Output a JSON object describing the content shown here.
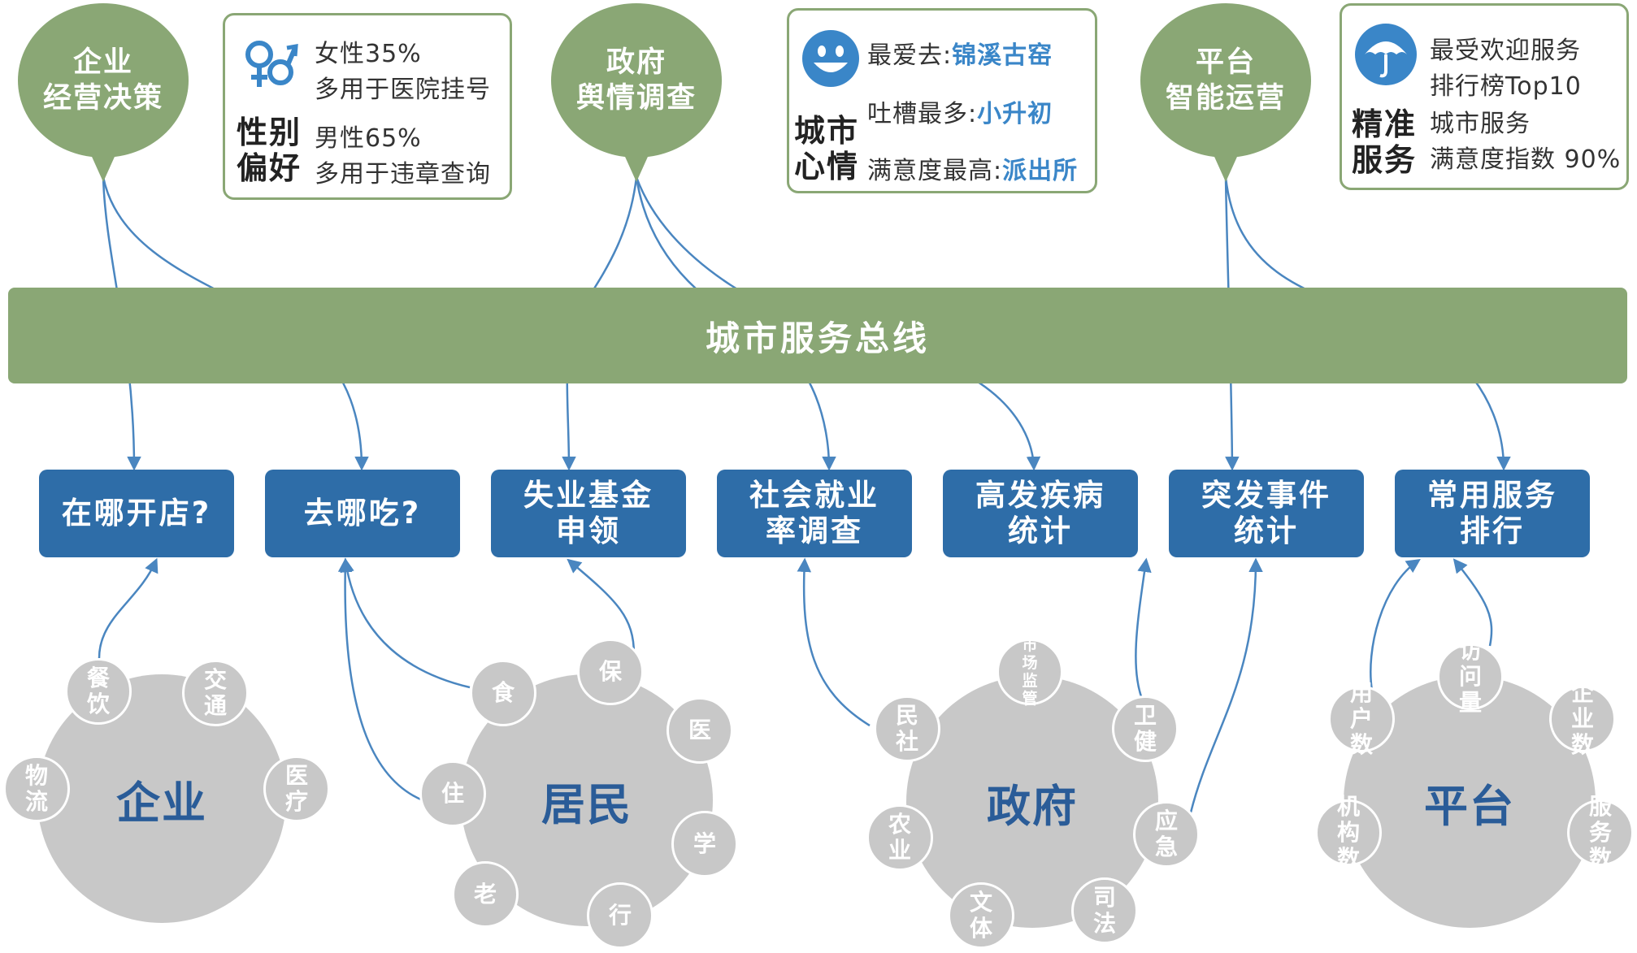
{
  "bubbles": [
    {
      "line1": "企业",
      "line2": "经营决策"
    },
    {
      "line1": "政府",
      "line2": "舆情调查"
    },
    {
      "line1": "平台",
      "line2": "智能运营"
    }
  ],
  "card_gender": {
    "title_line1": "性别",
    "title_line2": "偏好",
    "female": "女性35%",
    "female_use": "多用于医院挂号",
    "male": "男性65%",
    "male_use": "多用于违章查询"
  },
  "card_mood": {
    "title_line1": "城市",
    "title_line2": "心情",
    "fav_label": "最爱去:",
    "fav_value": "锦溪古窑",
    "complaint_label": "吐槽最多:",
    "complaint_value": "小升初",
    "satisfaction_label": "满意度最高:",
    "satisfaction_value": "派出所"
  },
  "card_precise": {
    "title_line1": "精准",
    "title_line2": "服务",
    "line1": "最受欢迎服务",
    "line2": "排行榜Top10",
    "line3": "城市服务",
    "line4": "满意度指数 90%"
  },
  "bus": {
    "label": "城市服务总线"
  },
  "services": [
    "在哪开店?",
    "去哪吃?",
    "失业基金申领",
    "社会就业率调查",
    "高发疾病统计",
    "突发事件统计",
    "常用服务排行"
  ],
  "hubs": {
    "enterprise": {
      "label": "企业",
      "sats": [
        "餐饮",
        "交通",
        "物流",
        "医疗"
      ]
    },
    "resident": {
      "label": "居民",
      "sats": [
        "食",
        "保",
        "医",
        "住",
        "学",
        "老",
        "行"
      ]
    },
    "government": {
      "label": "政府",
      "sats": [
        "市场监管",
        "民社",
        "卫健",
        "农业",
        "应急",
        "文体",
        "司法"
      ]
    },
    "platform": {
      "label": "平台",
      "sats": [
        "访问量",
        "用户数",
        "企业数",
        "机构数",
        "服务数"
      ]
    }
  },
  "colors": {
    "green": "#8aa775",
    "blue": "#2e6da8",
    "grey": "#c8c8c8",
    "line": "#4a86c0",
    "highlight": "#3a86c8"
  }
}
